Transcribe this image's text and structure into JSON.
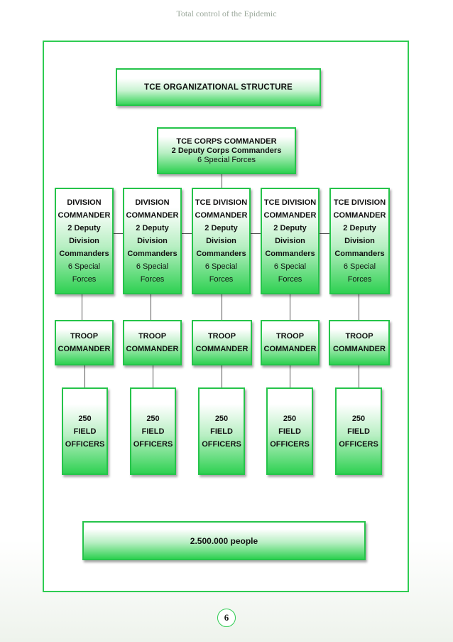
{
  "header": {
    "text": "Total control of the Epidemic"
  },
  "title": "TCE ORGANIZATIONAL STRUCTURE",
  "corps": {
    "line1": "TCE CORPS COMMANDER",
    "line2": "2 Deputy Corps Commanders",
    "line3": "6 Special Forces"
  },
  "divisions": [
    {
      "l1": "DIVISION",
      "l2": "COMMANDER",
      "l3": "2 Deputy",
      "l4": "Division",
      "l5": "Commanders",
      "l6": "6 Special",
      "l7": "Forces"
    },
    {
      "l1": "DIVISION",
      "l2": "COMMANDER",
      "l3": "2 Deputy",
      "l4": "Division",
      "l5": "Commanders",
      "l6": "6 Special",
      "l7": "Forces"
    },
    {
      "l1": "TCE DIVISION",
      "l2": "COMMANDER",
      "l3": "2 Deputy",
      "l4": "Division",
      "l5": "Commanders",
      "l6": "6 Special",
      "l7": "Forces"
    },
    {
      "l1": "TCE DIVISION",
      "l2": "COMMANDER",
      "l3": "2 Deputy",
      "l4": "Division",
      "l5": "Commanders",
      "l6": "6 Special",
      "l7": "Forces"
    },
    {
      "l1": "TCE DIVISION",
      "l2": "COMMANDER",
      "l3": "2 Deputy",
      "l4": "Division",
      "l5": "Commanders",
      "l6": "6 Special",
      "l7": "Forces"
    }
  ],
  "troops": [
    {
      "l1": "TROOP",
      "l2": "COMMANDER"
    },
    {
      "l1": "TROOP",
      "l2": "COMMANDER"
    },
    {
      "l1": "TROOP",
      "l2": "COMMANDER"
    },
    {
      "l1": "TROOP",
      "l2": "COMMANDER"
    },
    {
      "l1": "TROOP",
      "l2": "COMMANDER"
    }
  ],
  "officers": [
    {
      "l1": "250",
      "l2": "FIELD",
      "l3": "OFFICERS"
    },
    {
      "l1": "250",
      "l2": "FIELD",
      "l3": "OFFICERS"
    },
    {
      "l1": "250",
      "l2": "FIELD",
      "l3": "OFFICERS"
    },
    {
      "l1": "250",
      "l2": "FIELD",
      "l3": "OFFICERS"
    },
    {
      "l1": "250",
      "l2": "FIELD",
      "l3": "OFFICERS"
    }
  ],
  "total": "2.500.000 people",
  "page_number": "6",
  "colors": {
    "border": "#25c44a",
    "fill_bottom": "#2fd152",
    "frame": "#2ecc52"
  }
}
